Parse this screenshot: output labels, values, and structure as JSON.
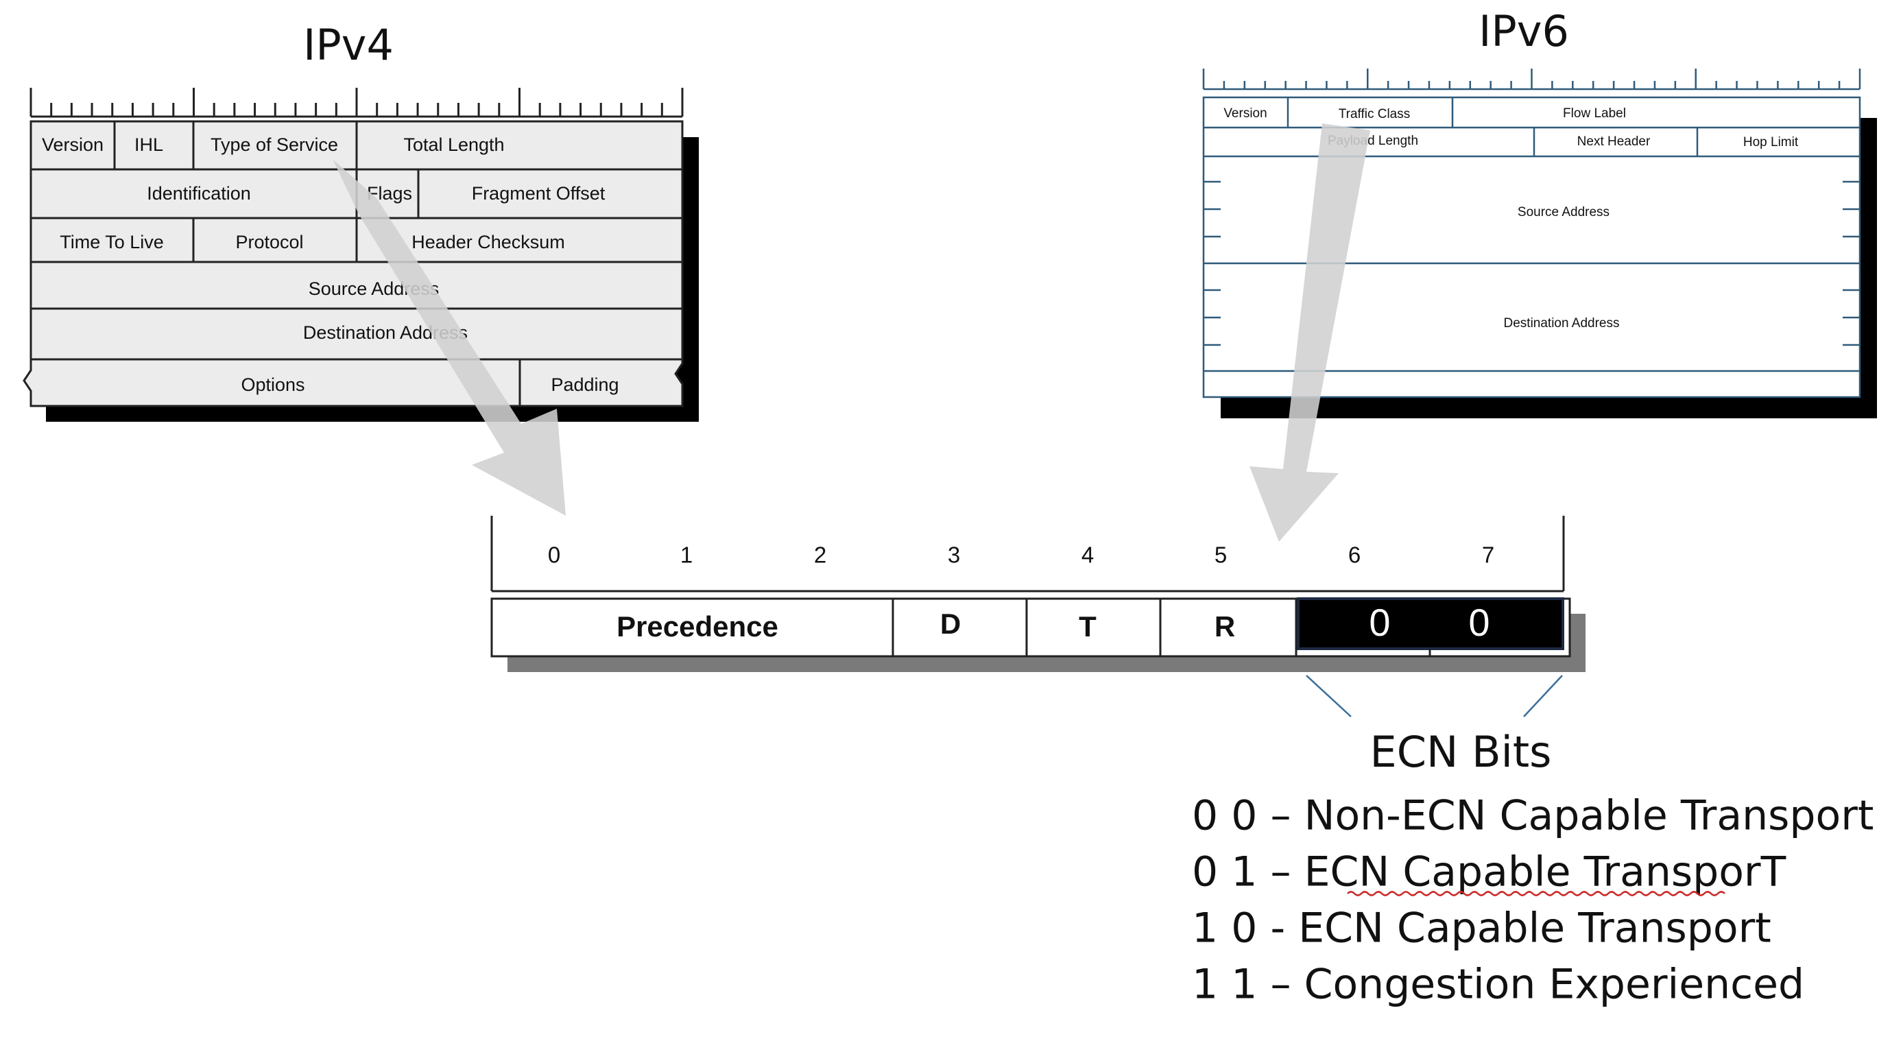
{
  "ipv4": {
    "title": "IPv4",
    "fields": {
      "version": "Version",
      "ihl": "IHL",
      "type_of_service": "Type of Service",
      "total_length": "Total Length",
      "identification": "Identification",
      "flags": "Flags",
      "fragment_offset": "Fragment Offset",
      "time_to_live": "Time To Live",
      "protocol": "Protocol",
      "header_checksum": "Header Checksum",
      "source_address": "Source Address",
      "destination_address": "Destination Address",
      "options": "Options",
      "padding": "Padding"
    }
  },
  "ipv6": {
    "title": "IPv6",
    "fields": {
      "version": "Version",
      "traffic_class": "Traffic Class",
      "flow_label": "Flow Label",
      "payload_length": "Payload Length",
      "next_header": "Next Header",
      "hop_limit": "Hop Limit",
      "source_address": "Source Address",
      "destination_address": "Destination Address"
    }
  },
  "tos_byte": {
    "bit_numbers": [
      "0",
      "1",
      "2",
      "3",
      "4",
      "5",
      "6",
      "7"
    ],
    "precedence": "Precedence",
    "d": "D",
    "t": "T",
    "r": "R",
    "ecn_bit_1": "0",
    "ecn_bit_2": "0"
  },
  "ecn": {
    "title": "ECN Bits",
    "codes": [
      "0 0 – Non-ECN Capable Transport",
      "0 1 – ECN Capable TransporT",
      "1 0  - ECN Capable Transport",
      "1 1 – Congestion Experienced"
    ]
  },
  "colors": {
    "arrow": "#d0d0d0",
    "cell_fill": "#ececec",
    "shadow": "#000000",
    "ecn_fill": "#000000",
    "ipv6_lines": "#2f5a7a"
  }
}
